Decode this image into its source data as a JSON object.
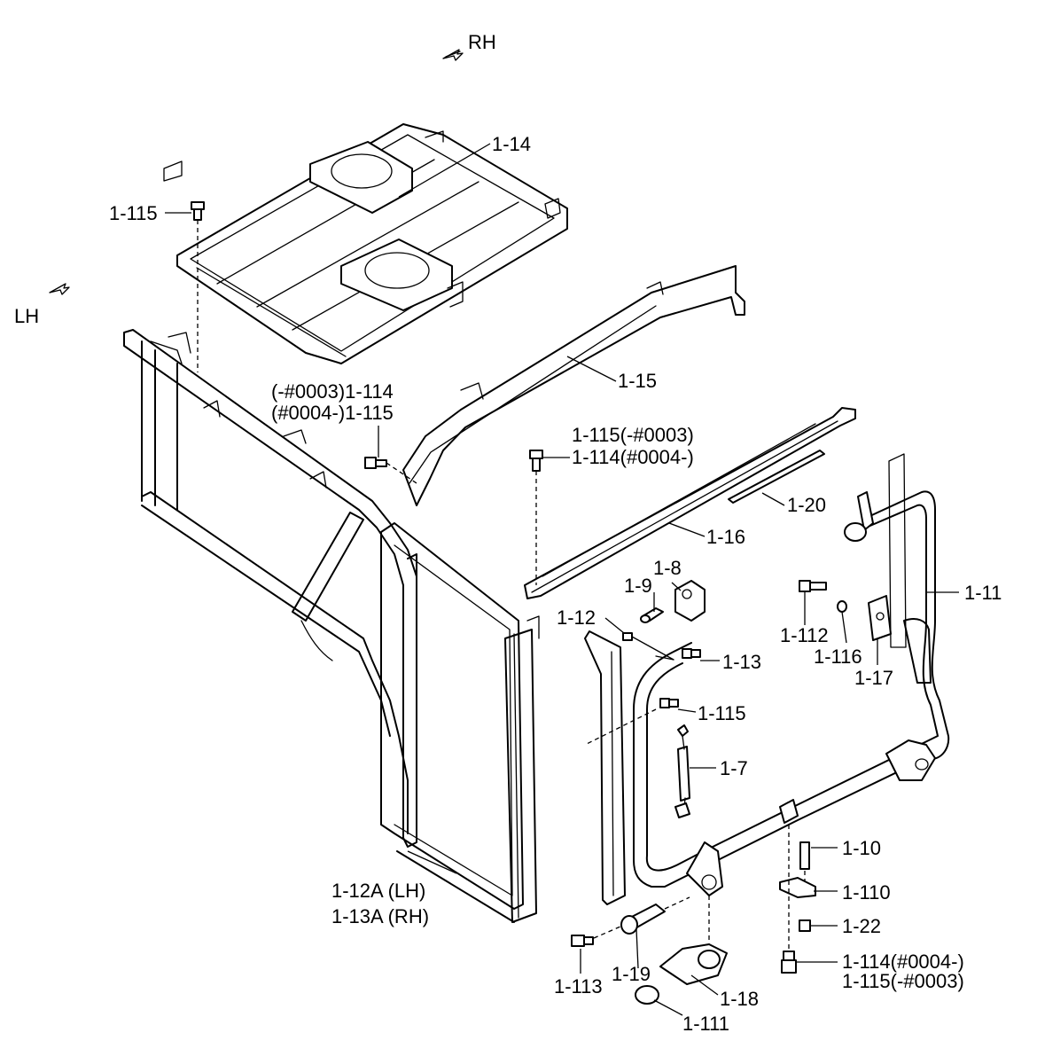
{
  "direction_labels": {
    "rh": "RH",
    "lh": "LH"
  },
  "callouts": {
    "c_1_14": "1-14",
    "c_1_115_top": "1-115",
    "c_1_15": "1-15",
    "c_1_114_a_l1": "(-#0003)1-114",
    "c_1_114_a_l2": "(#0004-)1-115",
    "c_1_115_b_l1": "1-115(-#0003)",
    "c_1_115_b_l2": "1-114(#0004-)",
    "c_1_20": "1-20",
    "c_1_16": "1-16",
    "c_1_8": "1-8",
    "c_1_9": "1-9",
    "c_1_12": "1-12",
    "c_1_11": "1-11",
    "c_1_112": "1-112",
    "c_1_116": "1-116",
    "c_1_17": "1-17",
    "c_1_13": "1-13",
    "c_1_115_mid": "1-115",
    "c_1_7": "1-7",
    "c_1_10": "1-10",
    "c_1_110": "1-110",
    "c_1_22": "1-22",
    "c_1_12a": "1-12A (LH)",
    "c_1_13a": "1-13A (RH)",
    "c_1_114_c_l1": "1-114(#0004-)",
    "c_1_114_c_l2": "1-115(-#0003)",
    "c_1_113": "1-113",
    "c_1_19": "1-19",
    "c_1_18": "1-18",
    "c_1_111": "1-111"
  }
}
